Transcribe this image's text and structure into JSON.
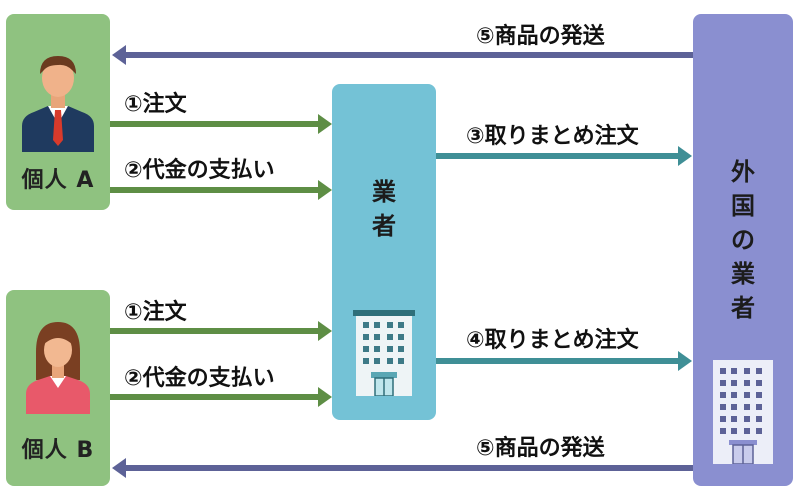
{
  "person_a": {
    "label": "個人 A"
  },
  "person_b": {
    "label": "個人 B"
  },
  "business": {
    "chars": [
      "業",
      "者"
    ]
  },
  "foreign_business": {
    "chars": [
      "外",
      "国",
      "の",
      "業",
      "者"
    ]
  },
  "arrows": {
    "a_order": "①注文",
    "a_payment": "②代金の支払い",
    "b_order": "①注文",
    "b_payment": "②代金の支払い",
    "bulk_order_3": "③取りまとめ注文",
    "bulk_order_4": "④取りまとめ注文",
    "ship_top": "⑤商品の発送",
    "ship_bottom": "⑤商品の発送"
  },
  "colors": {
    "green_box": "#8fc280",
    "green_arrow": "#5e8e45",
    "teal_box": "#74c2d6",
    "teal_arrow": "#3f8f96",
    "purple_box": "#8a8fd0",
    "purple_arrow": "#5d6297"
  }
}
